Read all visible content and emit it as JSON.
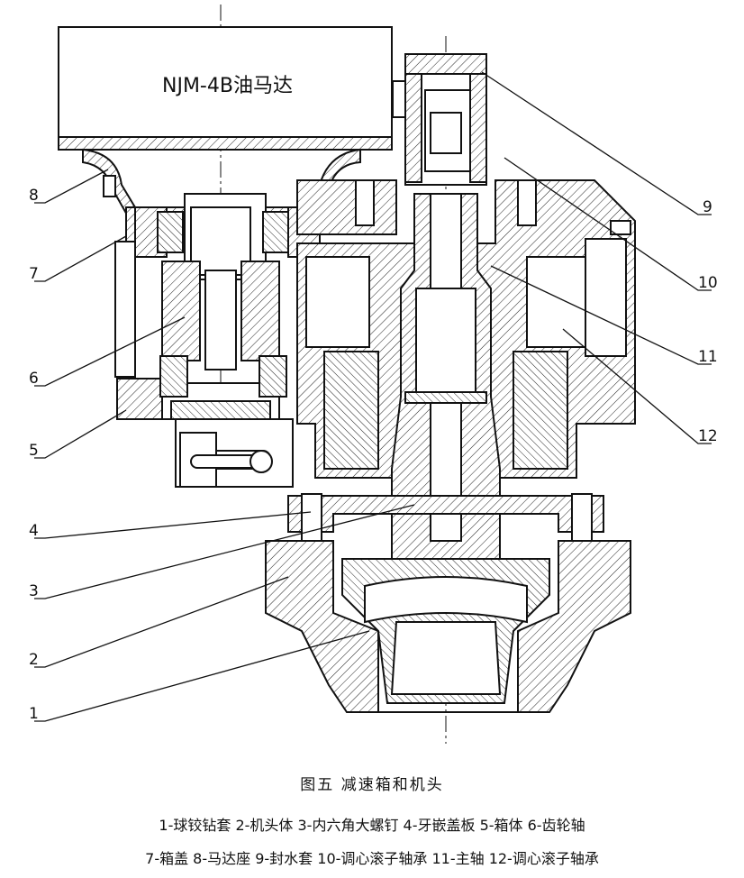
{
  "motor_label": "NJM-4B油马达",
  "caption": {
    "title": "图五   减速箱和机头",
    "legend_line1": "1-球铰钻套 2-机头体 3-内六角大螺钉 4-牙嵌盖板 5-箱体 6-齿轮轴",
    "legend_line2": "7-箱盖 8-马达座 9-封水套 10-调心滚子轴承 11-主轴 12-调心滚子轴承"
  },
  "part_labels": {
    "l1": "1",
    "l2": "2",
    "l3": "3",
    "l4": "4",
    "l5": "5",
    "l6": "6",
    "l7": "7",
    "l8": "8",
    "l9": "9",
    "l10": "10",
    "l11": "11",
    "l12": "12"
  }
}
